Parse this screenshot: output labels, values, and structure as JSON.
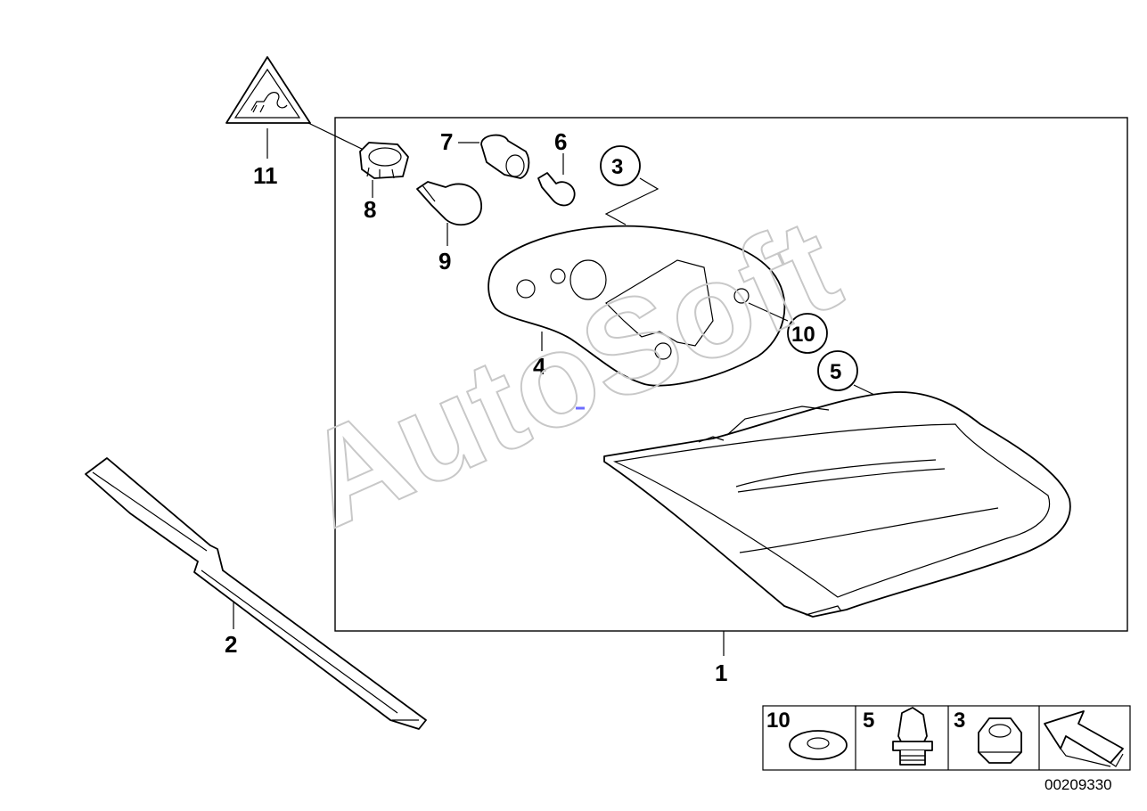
{
  "callouts": {
    "c1": "1",
    "c2": "2",
    "c3": "3",
    "c4": "4",
    "c5": "5",
    "c6": "6",
    "c7": "7",
    "c8": "8",
    "c9": "9",
    "c10": "10",
    "c11": "11"
  },
  "legend": {
    "item10": "10",
    "item5": "5",
    "item3": "3"
  },
  "diagram_number": "00209330",
  "watermark": "AutoSoft",
  "icons": {
    "warning": "electrical-plug-warning-icon",
    "direction": "direction-arrow-icon"
  },
  "colors": {
    "line": "#000000",
    "background": "#ffffff",
    "watermark": "#c8c8c8",
    "marker": "#6d6dff"
  }
}
